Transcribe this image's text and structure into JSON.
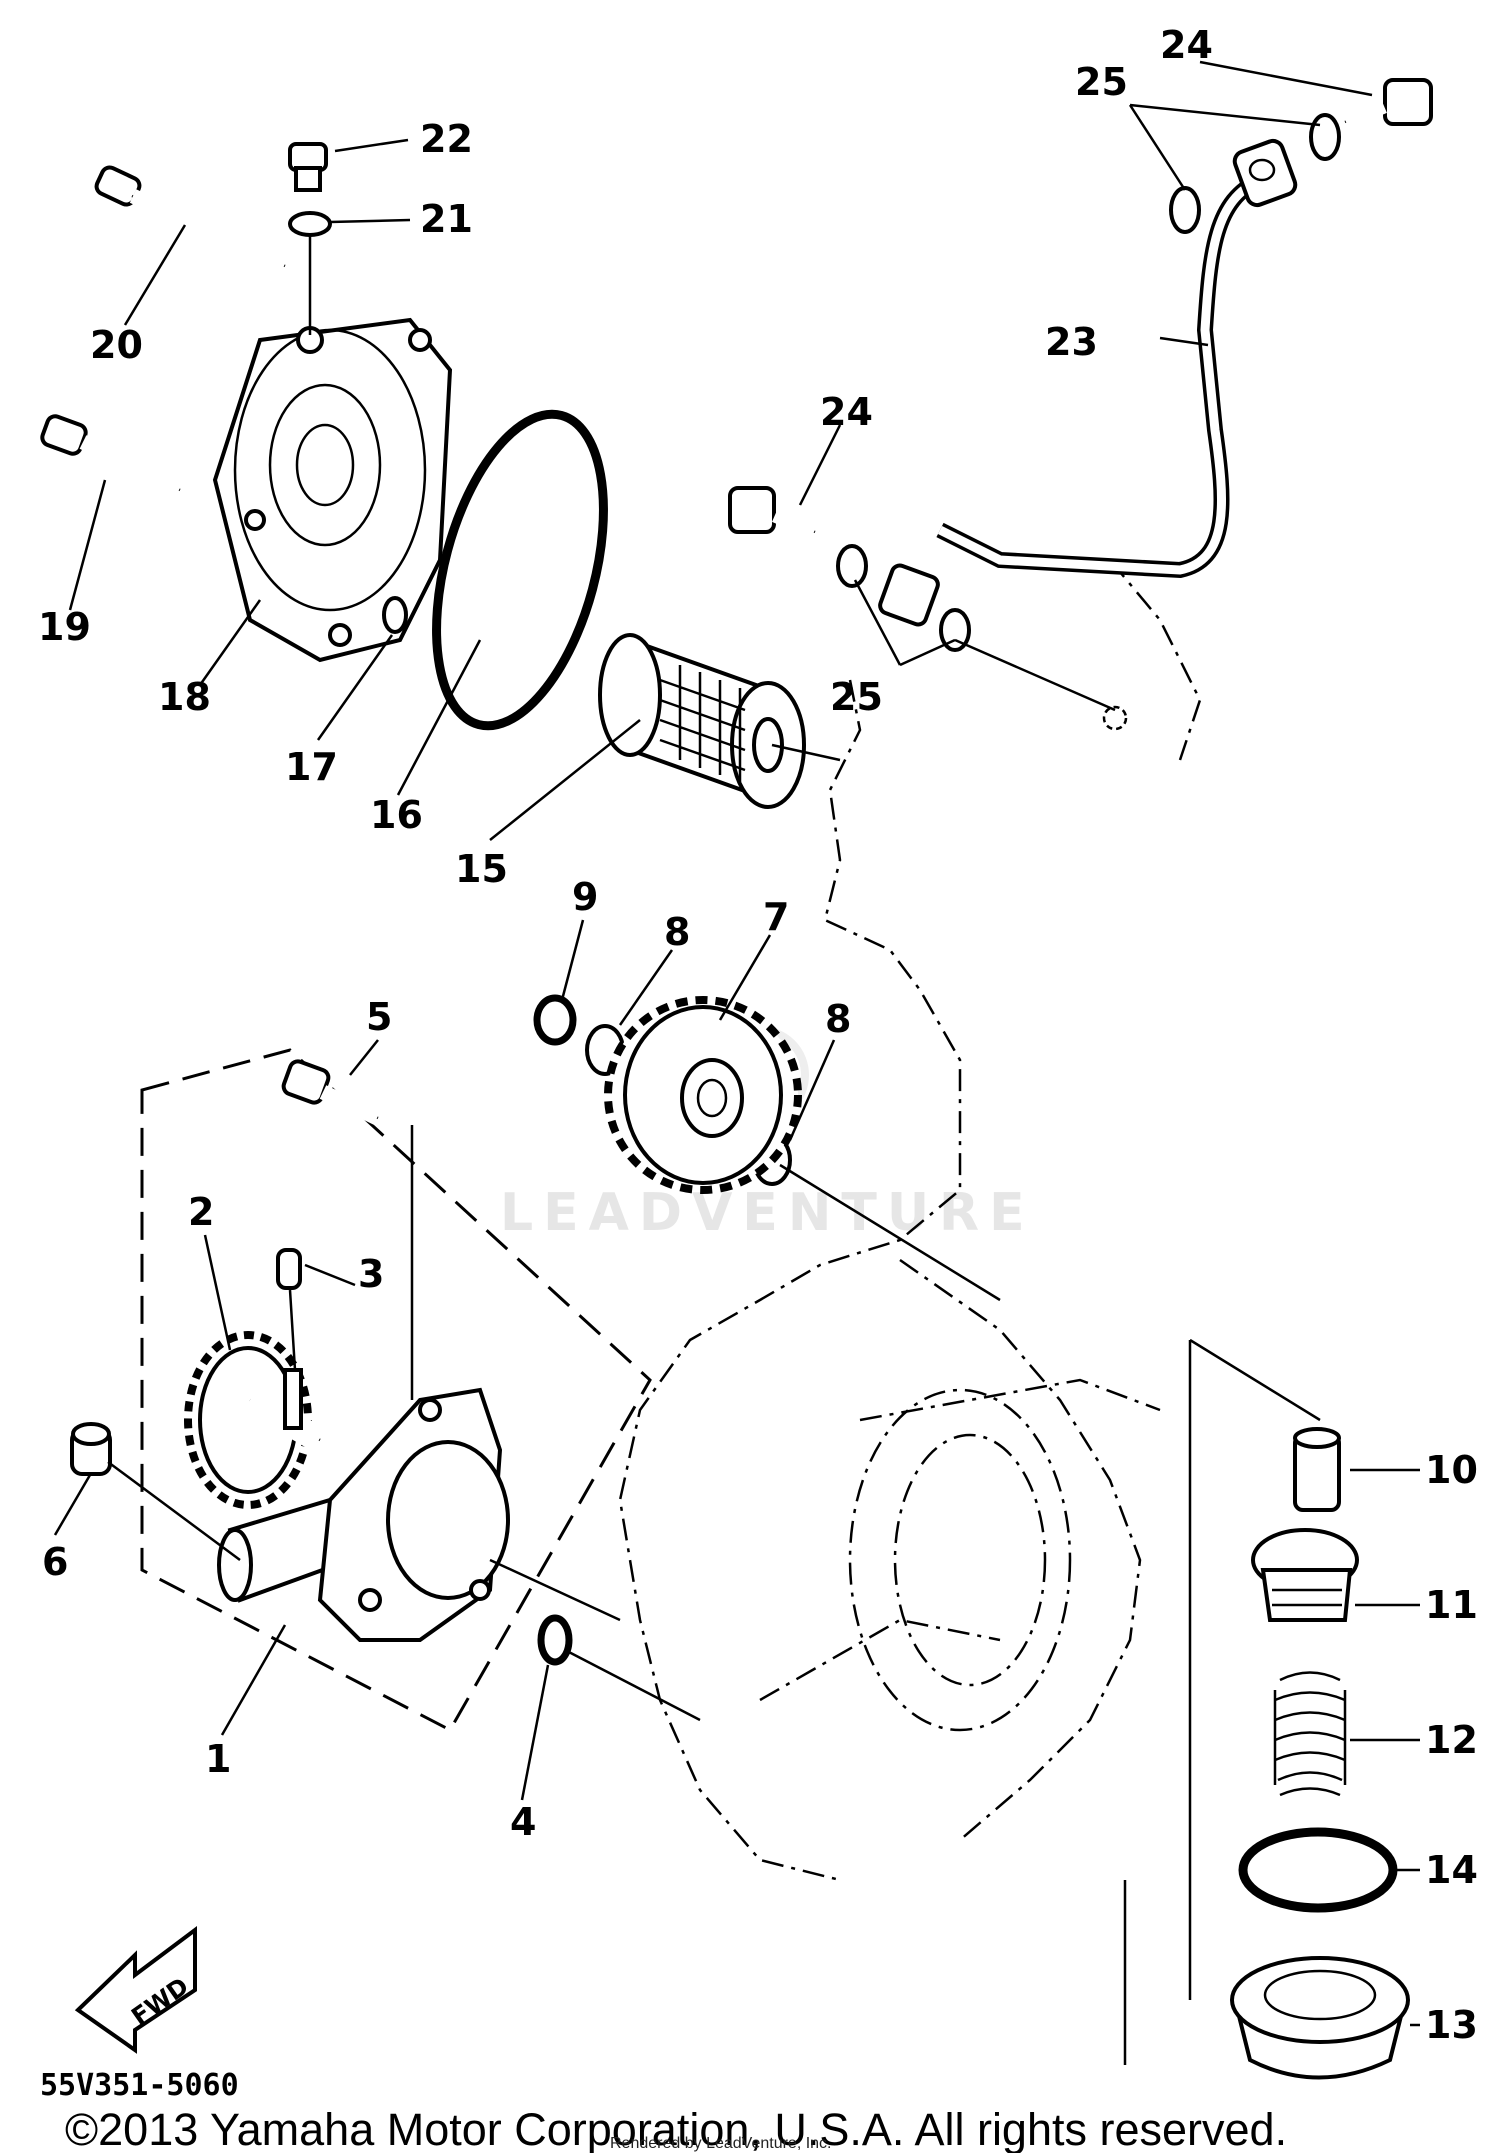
{
  "callouts": {
    "c1": "1",
    "c2": "2",
    "c3": "3",
    "c4": "4",
    "c5": "5",
    "c6": "6",
    "c7": "7",
    "c8a": "8",
    "c8b": "8",
    "c9": "9",
    "c10": "10",
    "c11": "11",
    "c12": "12",
    "c13": "13",
    "c14": "14",
    "c15": "15",
    "c16": "16",
    "c17": "17",
    "c18": "18",
    "c19": "19",
    "c20": "20",
    "c21": "21",
    "c22": "22",
    "c23": "23",
    "c24a": "24",
    "c24b": "24",
    "c25a": "25",
    "c25b": "25"
  },
  "fwd_label": "FWD",
  "diagram_code": "55V351-5060",
  "watermark": "LEADVENTURE",
  "copyright": "©2013 Yamaha Motor Corporation, U.S.A. All rights reserved.",
  "rendered_by": "Rendered by LeadVenture, Inc."
}
